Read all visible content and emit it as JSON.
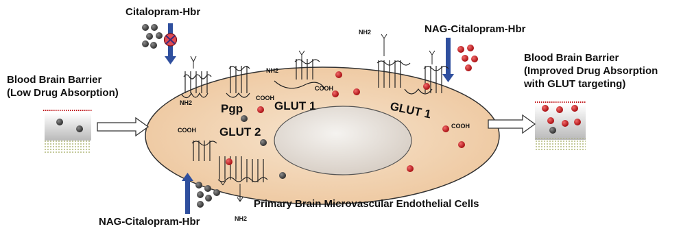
{
  "labels": {
    "citalopram_top": "Citalopram-Hbr",
    "nag_top": "NAG-Citalopram-Hbr",
    "nag_bottom": "NAG-Citalopram-Hbr",
    "bbb_left_line1": "Blood Brain Barrier",
    "bbb_left_line2": "(Low Drug Absorption)",
    "bbb_right_line1": "Blood Brain Barrier",
    "bbb_right_line2": "(Improved Drug Absorption",
    "bbb_right_line3": "with GLUT targeting)",
    "cell_caption": "Primary Brain Microvascular Endothelial Cells",
    "pgp": "Pgp",
    "glut1_a": "GLUT 1",
    "glut1_b": "GLUT 1",
    "glut2": "GLUT 2",
    "nh2_a": "NH2",
    "nh2_b": "NH2",
    "nh2_c": "NH2",
    "nh2_d": "NH2",
    "cooh_a": "COOH",
    "cooh_b": "COOH",
    "cooh_c": "COOH",
    "cooh_d": "COOH"
  },
  "colors": {
    "cell_fill": "#f2d2b0",
    "nucleus_fill": "#e9e2da",
    "drug_red": "#c0181c",
    "drug_gray": "#4a4a4a",
    "arrow_blue": "#2f4f9e",
    "block_red": "#d8202a"
  }
}
